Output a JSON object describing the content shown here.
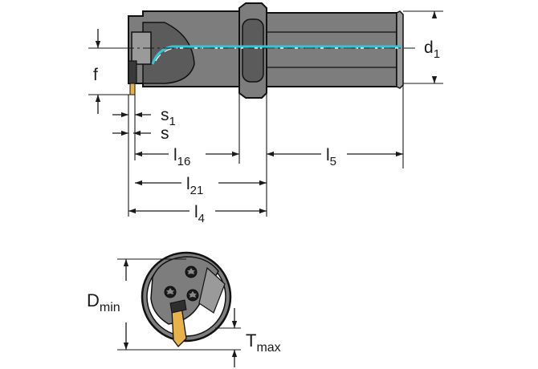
{
  "labels": {
    "d1": {
      "main": "d",
      "sub": "1"
    },
    "f": {
      "main": "f"
    },
    "s1": {
      "main": "s",
      "sub": "1"
    },
    "s": {
      "main": "s"
    },
    "l16": {
      "main": "l",
      "sub": "16"
    },
    "l5": {
      "main": "l",
      "sub": "5"
    },
    "l21": {
      "main": "l",
      "sub": "21"
    },
    "l4": {
      "main": "l",
      "sub": "4"
    },
    "dmin": {
      "main": "D",
      "sub": "min"
    },
    "tmax": {
      "main": "T",
      "sub": "max"
    }
  },
  "colors": {
    "body": "#7d7d7d",
    "body_dark": "#5b5b5b",
    "outline": "#111111",
    "coolant": "#35c4d6",
    "insert": "#e8b24a"
  },
  "icons": {
    "dimension_arrow": "arrow",
    "screw": "torx-screw"
  }
}
